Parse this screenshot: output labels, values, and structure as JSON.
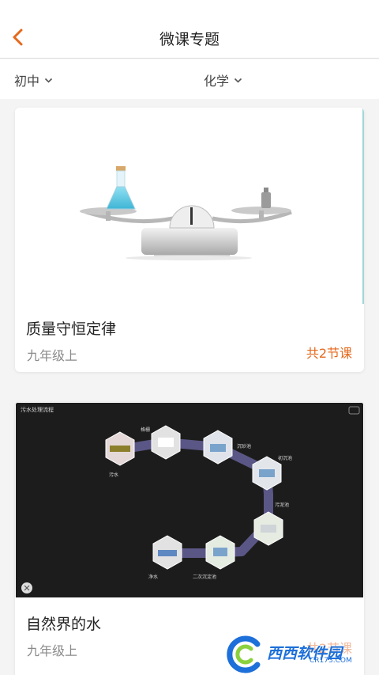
{
  "header": {
    "title": "微课专题"
  },
  "filters": {
    "level": "初中",
    "subject": "化学"
  },
  "courses": [
    {
      "title": "质量守恒定律",
      "grade": "九年级上",
      "count": "共2节课"
    },
    {
      "title": "自然界的水",
      "grade": "九年级上",
      "count": "共2节课"
    }
  ],
  "diagram": {
    "title": "污水处理流程",
    "steps": [
      "污水",
      "格栅",
      "沉砂池",
      "初沉池",
      "污泥池",
      "二次沉淀池",
      "净水"
    ]
  },
  "watermark": {
    "brand": "西西软件园",
    "site": "CR173.COM"
  },
  "colors": {
    "accent": "#e4691c"
  }
}
